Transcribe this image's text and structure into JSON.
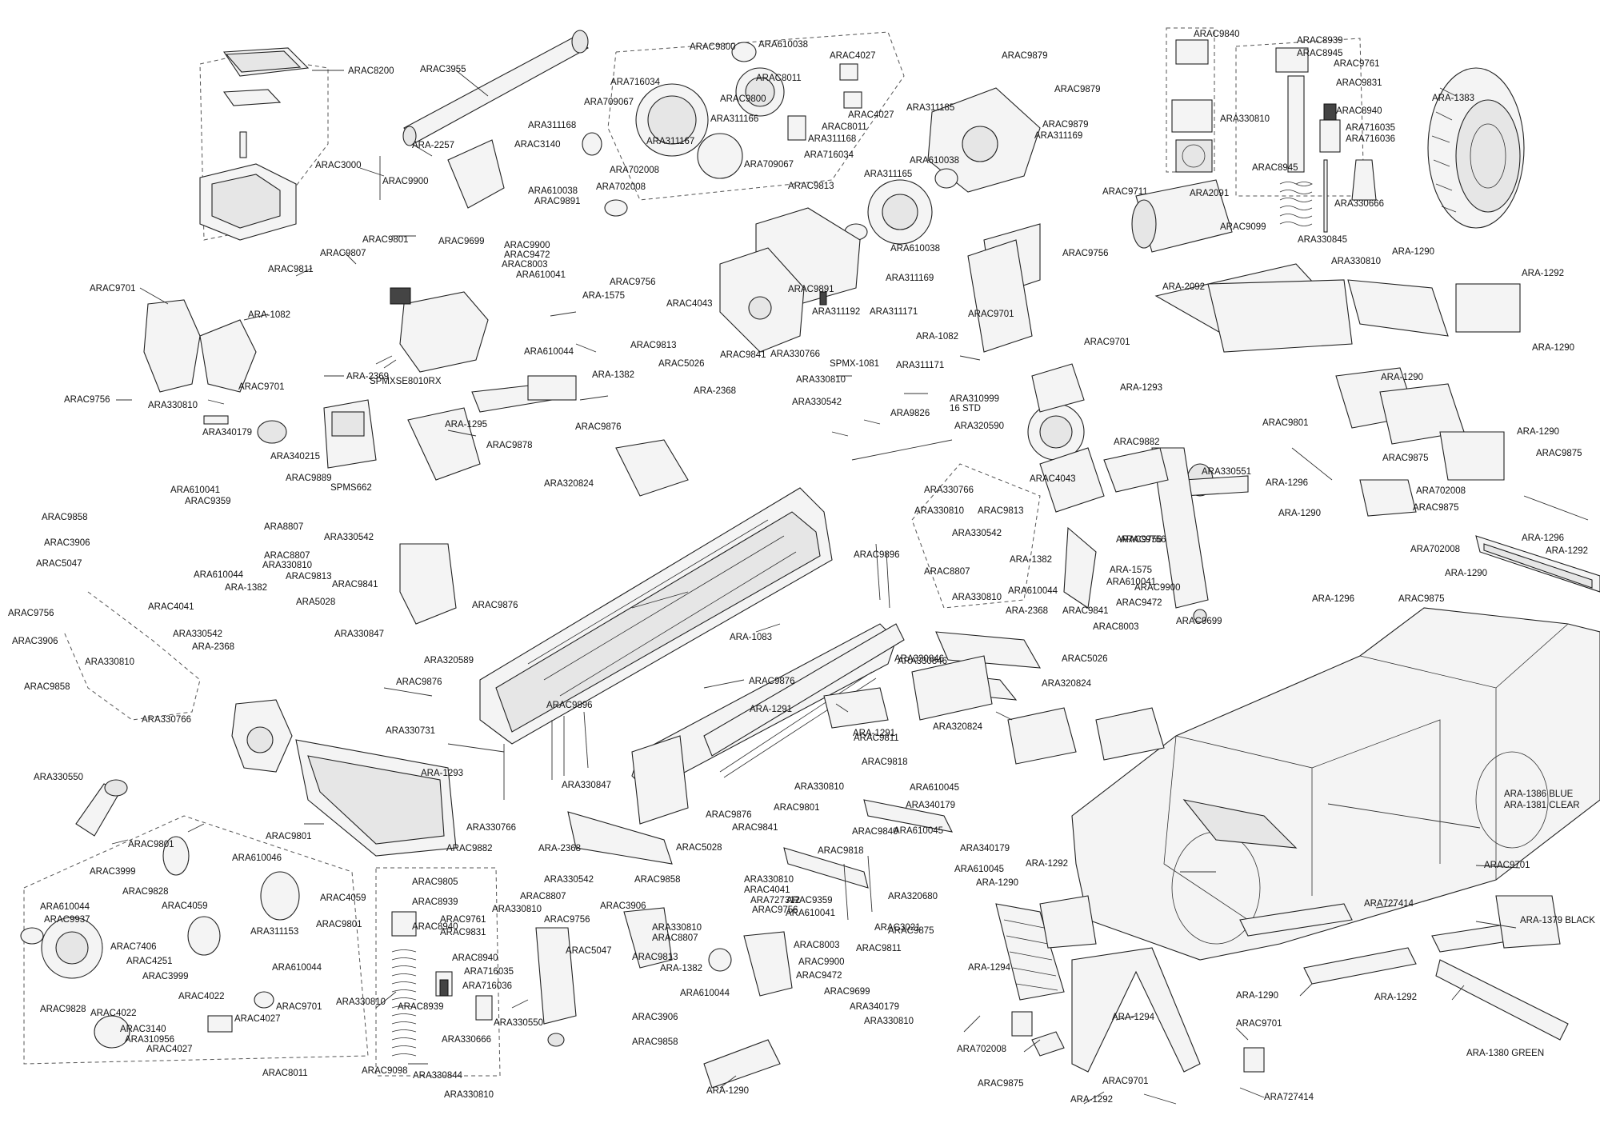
{
  "labels": [
    "ARAC8200",
    "ARAC3955",
    "ARA-2257",
    "ARAC3000",
    "ARAC9900",
    "ARAC9801",
    "ARAC9807",
    "ARAC9811",
    "ARAC9701",
    "ARA-1082",
    "ARAC9756",
    "ARA330810",
    "ARAC9701",
    "ARAC9699",
    "ARAC9900",
    "ARAC9472",
    "ARAC8003",
    "ARA610041",
    "ARAC9756",
    "ARA-1575",
    "ARAC4043",
    "ARA610044",
    "ARAC9813",
    "ARA-1382",
    "ARAC5026",
    "ARAC9841",
    "ARA330766",
    "ARA330810",
    "ARA-2368",
    "ARA330542",
    "SPMX-1081",
    "ARA311171",
    "ARA-1082",
    "ARA311171",
    "ARA310999",
    "16 STD",
    "ARA9826",
    "ARA320590",
    "ARA-2369",
    "SPMXSE8010RX",
    "ARA-1295",
    "ARAC9878",
    "ARA320824",
    "ARAC9876",
    "ARA340179",
    "ARA340215",
    "ARAC9889",
    "SPMS662",
    "ARA610041",
    "ARAC9359",
    "ARAC9858",
    "ARAC3906",
    "ARAC5047",
    "ARAC9756",
    "ARAC3906",
    "ARAC9858",
    "ARA8807",
    "ARA330810",
    "ARA330542",
    "ARAC9813",
    "ARAC9841",
    "ARA5028",
    "ARAC4041",
    "ARA610044",
    "ARA-1382",
    "ARAC8807",
    "ARA330542",
    "ARA-2368",
    "ARA330810",
    "ARA330847",
    "ARA330766",
    "ARAC9800",
    "ARA610038",
    "ARAC4027",
    "ARA716034",
    "ARAC8011",
    "ARA709067",
    "ARAC9800",
    "ARA311166",
    "ARAC4027",
    "ARA311168",
    "ARAC8011",
    "ARAC3140",
    "ARA311167",
    "ARA311168",
    "ARA716034",
    "ARA702008",
    "ARA709067",
    "ARA610038",
    "ARA702008",
    "ARAC9891",
    "ARAC9813",
    "ARAC9879",
    "ARAC9879",
    "ARA311185",
    "ARAC9879",
    "ARA311169",
    "ARA610038",
    "ARA311165",
    "ARA610038",
    "ARA311169",
    "ARAC9891",
    "ARA311192",
    "ARAC9840",
    "ARAC8939",
    "ARAC8945",
    "ARAC9761",
    "ARAC9831",
    "ARA330810",
    "ARAC8940",
    "ARA716035",
    "ARA716036",
    "ARAC8945",
    "ARA2091",
    "ARAC9099",
    "ARA330666",
    "ARA330845",
    "ARA330810",
    "ARA-1383",
    "ARAC9711",
    "ARA-2092",
    "ARAC9756",
    "ARAC9701",
    "ARAC9701",
    "ARA-1293",
    "ARAC9801",
    "ARAC9882",
    "ARA330551",
    "ARAC9756",
    "ARA-1290",
    "ARA-1292",
    "ARA-1290",
    "ARA-1290",
    "ARA-1290",
    "ARAC9875",
    "ARAC9875",
    "ARA-1296",
    "ARA702008",
    "ARA-1290",
    "ARAC9875",
    "ARA-1296",
    "ARA-1292",
    "ARA702008",
    "ARA-1290",
    "ARA-1296",
    "ARAC9875",
    "ARA330846",
    "ARA-1291",
    "ARA330766",
    "ARA330810",
    "ARAC9813",
    "ARA330542",
    "ARA-1382",
    "ARAC8807",
    "ARA330810",
    "ARA610044",
    "ARA-2368",
    "ARAC9841",
    "ARAC9896",
    "ARAC4043",
    "ARAC9756",
    "ARA-1575",
    "ARA610041",
    "ARAC9900",
    "ARAC9472",
    "ARAC8003",
    "ARAC9699",
    "ARAC9876",
    "ARA320589",
    "ARA-1083",
    "ARA330846",
    "ARAC5026",
    "ARAC9876",
    "ARA330731",
    "ARAC9896",
    "ARA320824",
    "ARAC9876",
    "ARA-1291",
    "ARAC9811",
    "ARA320824",
    "ARA-1293",
    "ARA330550",
    "ARAC9801",
    "ARAC9801",
    "ARA330847",
    "ARAC9876",
    "ARAC9841",
    "ARA330810",
    "ARAC9818",
    "ARA610045",
    "ARAC9801",
    "ARA340179",
    "ARAC9840",
    "ARA610045",
    "ARA340179",
    "ARA610045",
    "ARAC9818",
    "ARA330766",
    "ARA-2368",
    "ARAC5028",
    "ARAC9882",
    "ARA330542",
    "ARAC9858",
    "ARAC9805",
    "ARAC3906",
    "ARA330810",
    "ARAC8807",
    "ARAC3999",
    "ARAC9828",
    "ARA610046",
    "ARAC4059",
    "ARA610044",
    "ARAC9937",
    "ARAC7406",
    "ARAC4251",
    "ARAC3999",
    "ARA311153",
    "ARAC4059",
    "ARAC9801",
    "ARA610044",
    "ARAC4022",
    "ARAC9828",
    "ARAC4022",
    "ARAC3140",
    "ARA310956",
    "ARAC4027",
    "ARAC4027",
    "ARAC9701",
    "ARAC8011",
    "ARAC8939",
    "ARAC9761",
    "ARAC8940",
    "ARAC9831",
    "ARAC8940",
    "ARA716035",
    "ARA716036",
    "ARA330810",
    "ARAC8939",
    "ARAC9098",
    "ARA330666",
    "ARA330844",
    "ARA330810",
    "ARAC9756",
    "ARA330550",
    "ARAC5047",
    "ARAC9813",
    "ARA-1382",
    "ARA610044",
    "ARAC3906",
    "ARAC9858",
    "ARA330810",
    "ARAC8807",
    "ARA330810",
    "ARAC4041",
    "ARA727312",
    "ARAC9756",
    "ARAC9359",
    "ARA610041",
    "ARAC8003",
    "ARAC9900",
    "ARAC9472",
    "ARAC9699",
    "ARA340179",
    "ARA330810",
    "ARAC3021",
    "ARAC9811",
    "ARA320680",
    "ARAC9875",
    "ARA-1290",
    "ARA-1292",
    "ARA-1290",
    "ARA-1294",
    "ARA-1294",
    "ARAC9701",
    "ARA702008",
    "ARAC9875",
    "ARAC9701",
    "ARA-1292",
    "ARA727414",
    "ARA-1290",
    "ARA727414",
    "ARA-1292",
    "ARAC9701",
    "ARA-1379 BLACK",
    "ARA-1380 GREEN",
    "ARA-1386 BLUE",
    "ARA-1381 CLEAR"
  ]
}
